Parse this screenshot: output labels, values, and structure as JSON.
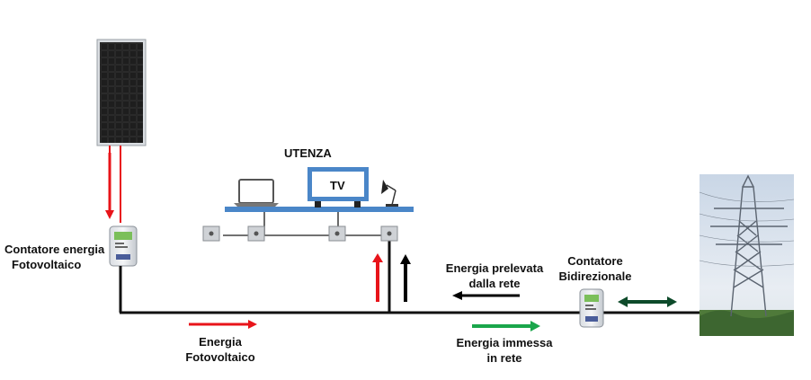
{
  "title": "UTENZA",
  "tv_label": "TV",
  "pv_meter": {
    "line1": "Contatore energia",
    "line2": "Fotovoltaico"
  },
  "bidir_meter": {
    "line1": "Contatore",
    "line2": "Bidirezionale"
  },
  "energy_pv": {
    "line1": "Energia",
    "line2": "Fotovoltaico"
  },
  "energy_drawn": {
    "line1": "Energia prelevata",
    "line2": "dalla rete"
  },
  "energy_fed": {
    "line1": "Energia immessa",
    "line2": "in rete"
  },
  "colors": {
    "pv": "#e8141a",
    "fed": "#1aa64b",
    "drawn": "#000000",
    "bidir": "#0d4a2a",
    "bus": "#4a86c8"
  },
  "icons": [
    "solar-panel-icon",
    "laptop-icon",
    "tv-icon",
    "lamp-icon",
    "socket-icon",
    "electric-meter-icon",
    "power-pylon-icon"
  ]
}
